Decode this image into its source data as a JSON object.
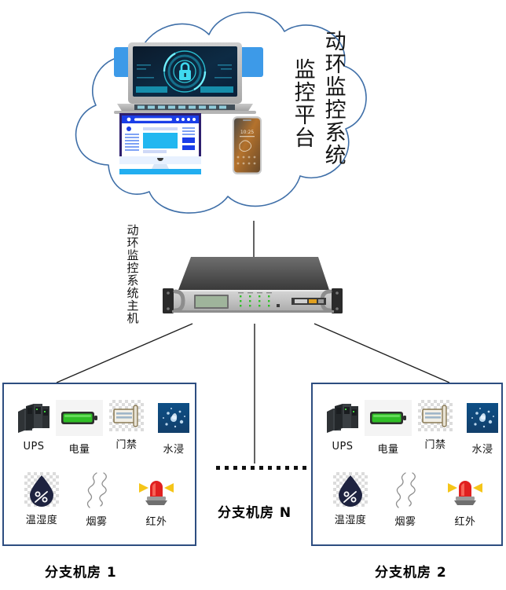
{
  "diagram": {
    "platform": {
      "title_main": "动环监控系统",
      "title_sub": "监控平台",
      "devices": [
        {
          "name": "laptop",
          "icon": "laptop-security-icon"
        },
        {
          "name": "desktop-monitor",
          "icon": "imac-monitor-icon"
        },
        {
          "name": "smartphone",
          "icon": "smartphone-icon"
        }
      ]
    },
    "host": {
      "label": "动环监控系统主机",
      "icon": "rack-server-icon"
    },
    "branches": [
      {
        "id": "branch-1",
        "caption": "分支机房 1"
      },
      {
        "id": "branch-n",
        "caption": "分支机房 N"
      },
      {
        "id": "branch-2",
        "caption": "分支机房 2"
      }
    ],
    "sensors": [
      {
        "key": "ups",
        "label": "UPS",
        "icon": "ups-cabinet-icon"
      },
      {
        "key": "battery",
        "label": "电量",
        "icon": "battery-icon"
      },
      {
        "key": "access",
        "label": "门禁",
        "icon": "access-card-icon"
      },
      {
        "key": "water",
        "label": "水浸",
        "icon": "water-leak-icon"
      },
      {
        "key": "humidity",
        "label": "温湿度",
        "icon": "temp-humidity-icon"
      },
      {
        "key": "smoke",
        "label": "烟雾",
        "icon": "smoke-icon"
      },
      {
        "key": "infrared",
        "label": "红外",
        "icon": "infrared-alarm-icon"
      }
    ],
    "colors": {
      "cloud_stroke": "#3f6fa8",
      "box_border": "#2d4d80",
      "connector": "#1f1f1f",
      "accent_blue": "#3d9ae8",
      "battery_green": "#2fbe26",
      "alarm_red": "#e02020",
      "alarm_ray": "#f5c518"
    }
  }
}
